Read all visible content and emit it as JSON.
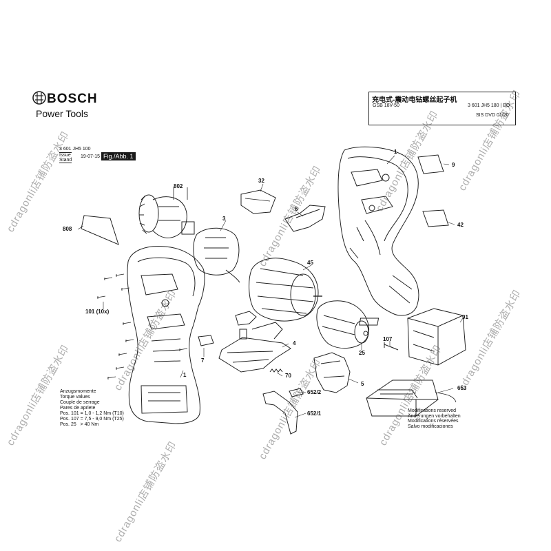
{
  "header": {
    "brand": "BOSCH",
    "brand_sub": "Power Tools",
    "title_cn": "充电式-震动电钻螺丝起子机",
    "model": "GSB 18V-50",
    "part_number": "3 601 JH5 180 | BO",
    "sis": "SIS DVD 01/20"
  },
  "doc": {
    "number": "3 601 JH5 100",
    "issue_label_1": "Issue",
    "issue_label_2": "Stand",
    "issue_date": "19-07-15",
    "figure": "Fig./Abb. 1"
  },
  "callouts": [
    {
      "id": "1",
      "text": "1"
    },
    {
      "id": "9",
      "text": "9"
    },
    {
      "id": "42",
      "text": "42"
    },
    {
      "id": "32",
      "text": "32"
    },
    {
      "id": "802",
      "text": "802"
    },
    {
      "id": "6",
      "text": "6"
    },
    {
      "id": "808",
      "text": "808"
    },
    {
      "id": "3",
      "text": "3"
    },
    {
      "id": "45",
      "text": "45"
    },
    {
      "id": "101",
      "text": "101 (10x)"
    },
    {
      "id": "91",
      "text": "91"
    },
    {
      "id": "107",
      "text": "107"
    },
    {
      "id": "4",
      "text": "4"
    },
    {
      "id": "25",
      "text": "25"
    },
    {
      "id": "7",
      "text": "7"
    },
    {
      "id": "70",
      "text": "70"
    },
    {
      "id": "5",
      "text": "5"
    },
    {
      "id": "653",
      "text": "653"
    },
    {
      "id": "6522",
      "text": "652/2"
    },
    {
      "id": "6521",
      "text": "652/1"
    },
    {
      "id": "1b",
      "text": "1"
    }
  ],
  "torque": {
    "lines": [
      "Anzugsmomente",
      "Torque values",
      "Couple de serrage",
      "Pares de apriete"
    ],
    "rows": [
      {
        "pos": "Pos. 101",
        "value": "= 1,0 - 1,2 Nm (T10)"
      },
      {
        "pos": "Pos. 107",
        "value": "= 7,5 - 9,0 Nm (T25)"
      },
      {
        "pos": "Pos. 25",
        "value": "> 40 Nm"
      }
    ]
  },
  "modifications": [
    "Modifications reserved",
    "Änderungen vorbehalten",
    "Modifications réservées",
    "Salvo modificaciones"
  ],
  "watermark": "cdragonli店铺防盗水印"
}
